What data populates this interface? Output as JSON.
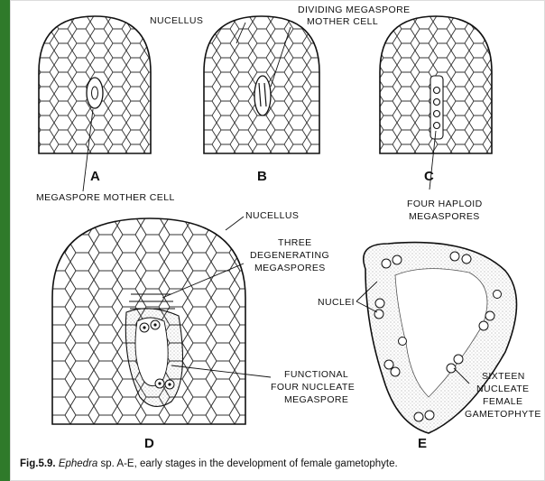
{
  "figure": {
    "panels": [
      {
        "letter": "A",
        "labels": [
          "MEGASPORE  MOTHER  CELL"
        ]
      },
      {
        "letter": "B",
        "labels": [
          "NUCELLUS",
          "DIVIDING  MEGASPORE",
          "MOTHER  CELL"
        ]
      },
      {
        "letter": "C",
        "labels": [
          "FOUR  HAPLOID",
          "MEGASPORES"
        ]
      },
      {
        "letter": "D",
        "labels": [
          "NUCELLUS",
          "THREE",
          "DEGENERATING",
          "MEGASPORES",
          "FUNCTIONAL",
          "FOUR  NUCLEATE",
          "MEGASPORE"
        ]
      },
      {
        "letter": "E",
        "labels": [
          "NUCLEI",
          "SIXTEEN",
          "NUCLEATE",
          "FEMALE",
          "GAMETOPHYTE"
        ]
      }
    ],
    "caption": {
      "number": "Fig.5.9.",
      "genus": "Ephedra",
      "rest": " sp. A-E, early stages in the development of female gametophyte."
    },
    "colors": {
      "background": "#2f7a2a",
      "paper": "#ffffff",
      "ink": "#111111"
    }
  }
}
